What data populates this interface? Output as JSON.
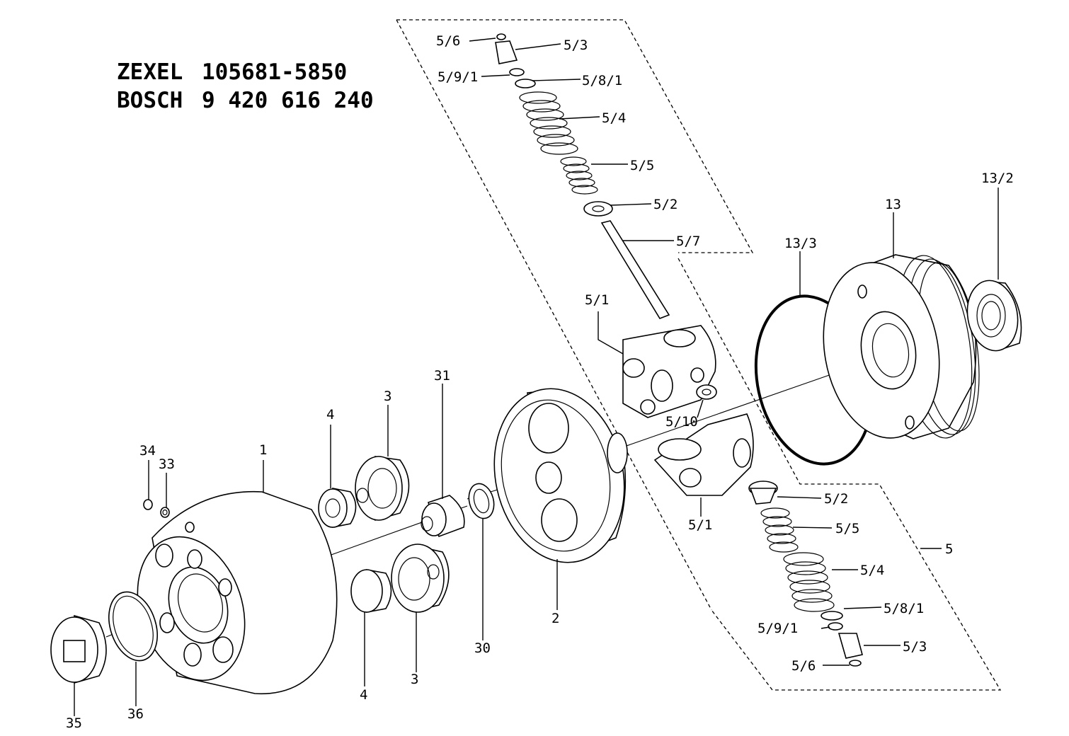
{
  "header": {
    "line1_brand": "ZEXEL",
    "line1_number": "105681-5850",
    "line2_brand": "BOSCH",
    "line2_number": "9 420 616 240"
  },
  "labels": {
    "l_5_6_top": "5/6",
    "l_5_3_top": "5/3",
    "l_5_9_1_top": "5/9/1",
    "l_5_8_1_top": "5/8/1",
    "l_5_4_top": "5/4",
    "l_5_5_top": "5/5",
    "l_5_2_top": "5/2",
    "l_5_7": "5/7",
    "l_5_1_top": "5/1",
    "l_5_10": "5/10",
    "l_13_2": "13/2",
    "l_13": "13",
    "l_13_3": "13/3",
    "l_4_top": "4",
    "l_3_top": "3",
    "l_31": "31",
    "l_34": "34",
    "l_33": "33",
    "l_1": "1",
    "l_30": "30",
    "l_2": "2",
    "l_4_bot": "4",
    "l_3_bot": "3",
    "l_35": "35",
    "l_36": "36",
    "l_5_1_bot": "5/1",
    "l_5_2_bot": "5/2",
    "l_5_5_bot": "5/5",
    "l_5": "5",
    "l_5_4_bot": "5/4",
    "l_5_8_1_bot": "5/8/1",
    "l_5_9_1_bot": "5/9/1",
    "l_5_3_bot": "5/3",
    "l_5_6_bot": "5/6"
  }
}
